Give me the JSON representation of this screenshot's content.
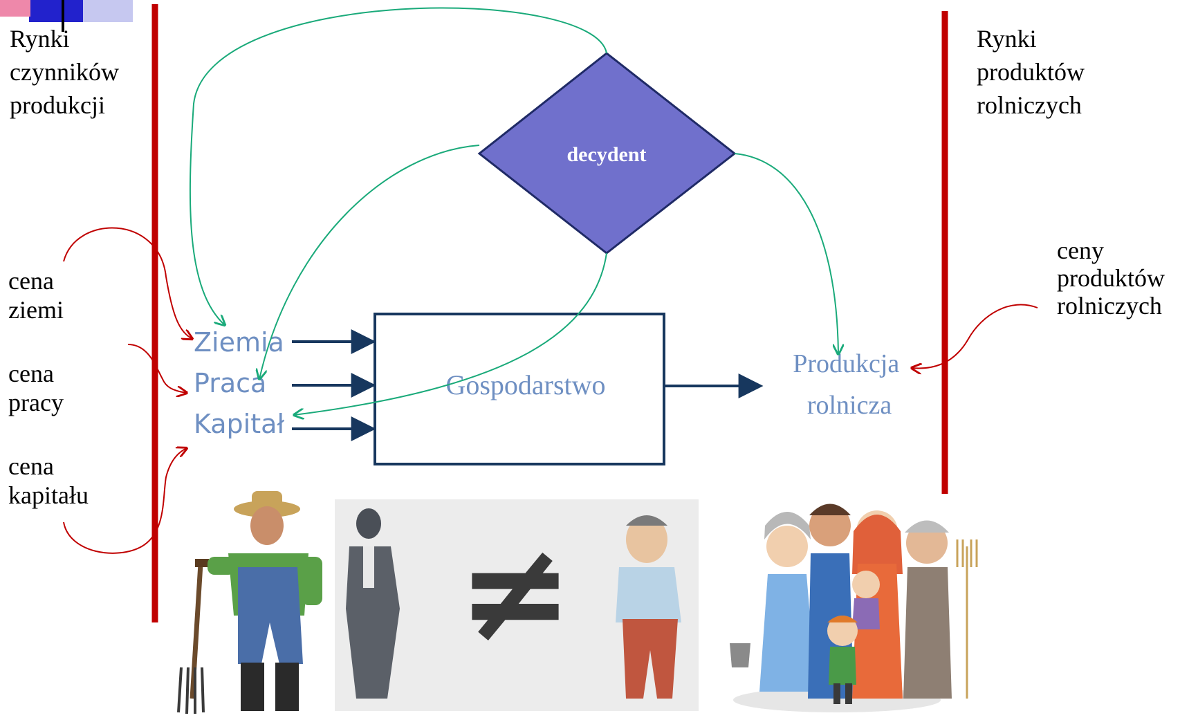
{
  "left_market": {
    "lines": [
      "Rynki",
      "czynników",
      "produkcji"
    ]
  },
  "right_market": {
    "lines": [
      "Rynki",
      "produktów",
      "rolniczych"
    ]
  },
  "decision_maker": "decydent",
  "inputs": [
    "Ziemia",
    "Praca",
    "Kapitał"
  ],
  "farm": "Gospodarstwo",
  "output": {
    "lines": [
      "Produkcja",
      "rolnicza"
    ]
  },
  "input_prices": [
    {
      "lines": [
        "cena",
        "ziemi"
      ]
    },
    {
      "lines": [
        "cena",
        "pracy"
      ]
    },
    {
      "lines": [
        "cena",
        "kapitału"
      ]
    }
  ],
  "product_prices": {
    "lines": [
      "ceny",
      "produktów",
      "rolniczych"
    ]
  },
  "colors": {
    "market_line": "#c00000",
    "price_arrow": "#c00000",
    "decision_arrow": "#1aaa7a",
    "diamond_fill": "#7070cc",
    "diamond_stroke": "#1f2a66",
    "box_stroke": "#17375e",
    "flow_arrow": "#17375e",
    "blue_text": "#6e8fc2",
    "corner_blue": "#2222cc",
    "corner_pink": "#ee88aa"
  },
  "images": [
    {
      "name": "farmer-with-pitchfork"
    },
    {
      "name": "businessman-not-equal-farmer"
    },
    {
      "name": "farm-family"
    }
  ],
  "not_equal_symbol": "≠"
}
